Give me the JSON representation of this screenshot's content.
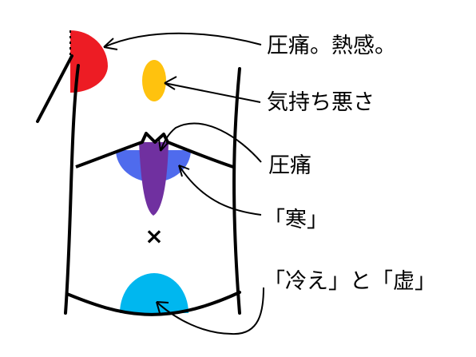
{
  "labels": {
    "pain_heat": "圧痛。熱感。",
    "nausea": "気持ち悪さ",
    "pain": "圧痛",
    "cold": "「寒」",
    "cold_deficiency": "「冷え」と「虚」",
    "cross_mark": "×"
  },
  "colors": {
    "pain_heat_area": "#ed1c24",
    "nausea_area": "#ffc20e",
    "pain_area": "#4f6bed",
    "cold_area": "#7030a0",
    "cold_deficiency_area": "#00b7ef",
    "outline": "#000000"
  }
}
